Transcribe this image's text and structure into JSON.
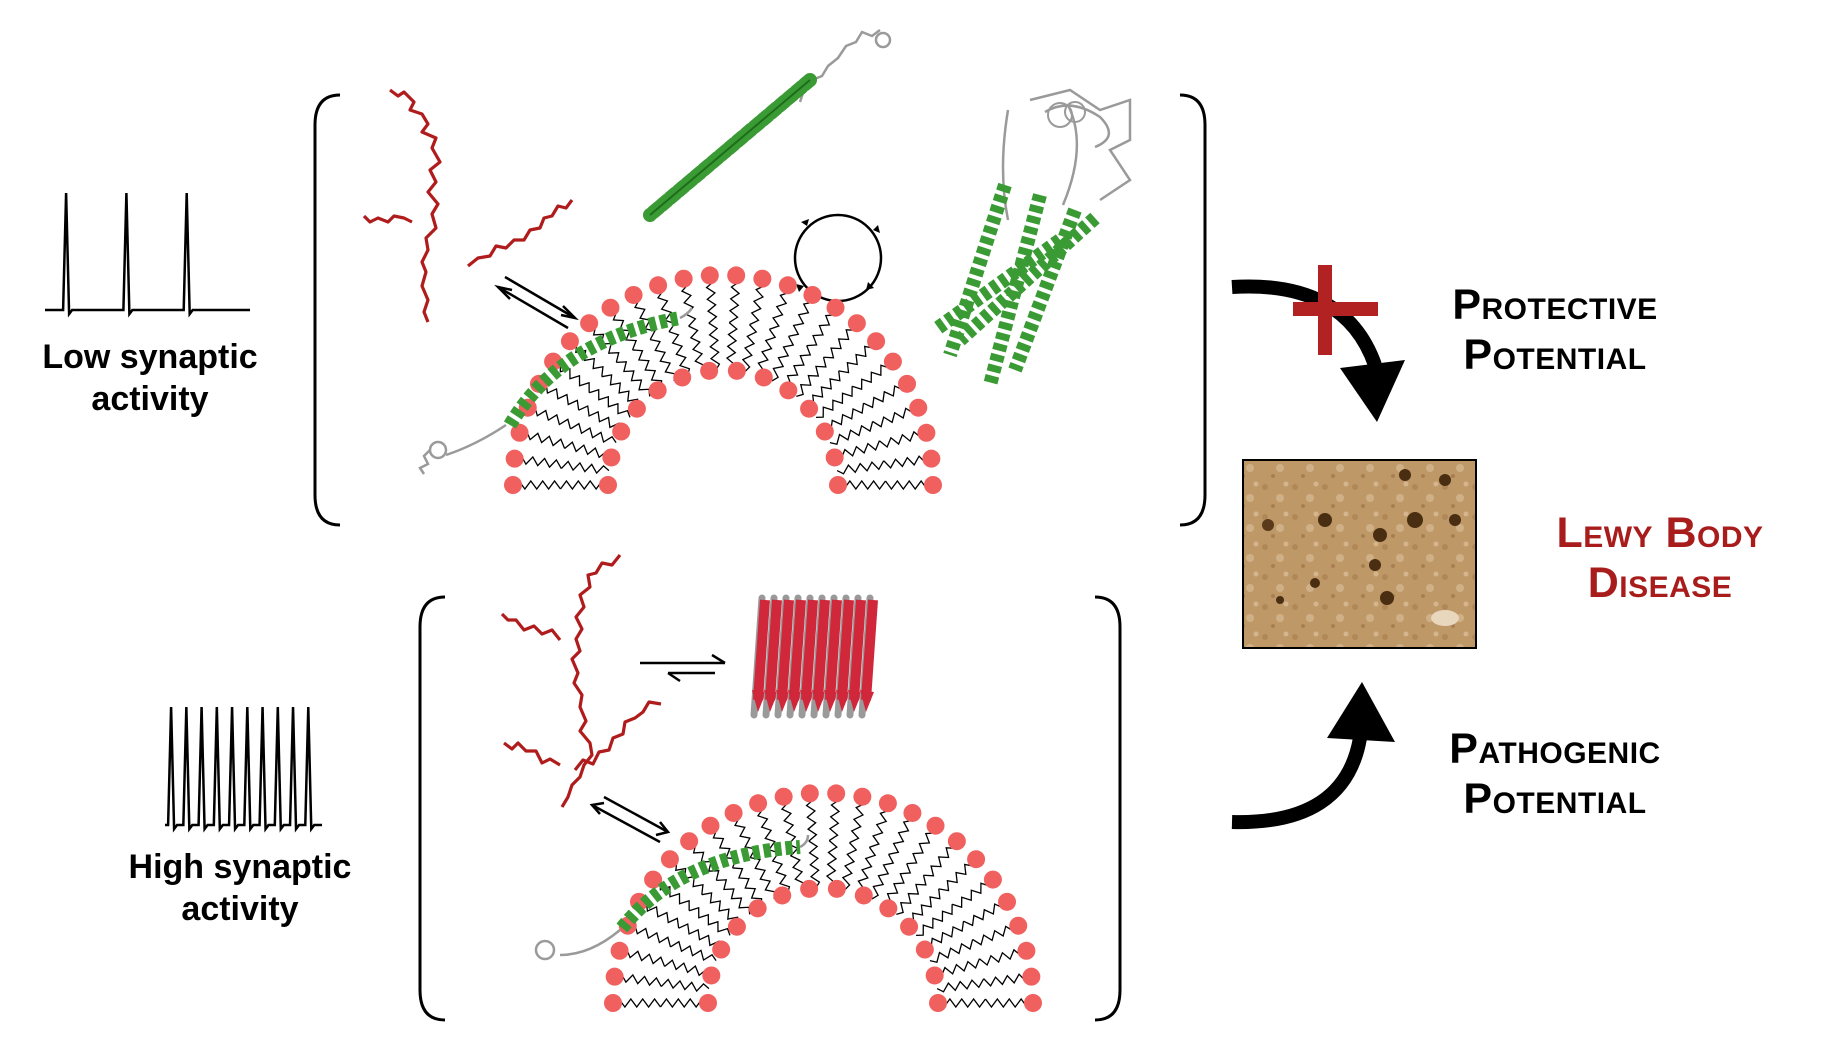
{
  "labels": {
    "low_activity": {
      "line1": "Low synaptic",
      "line2": "activity"
    },
    "high_activity": {
      "line1": "High synaptic",
      "line2": "activity"
    },
    "protective": {
      "line1": "Protective",
      "line2": "Potential"
    },
    "pathogenic": {
      "line1": "Pathogenic",
      "line2": "Potential"
    },
    "disease": {
      "line1": "Lewy Body",
      "line2": "Disease"
    }
  },
  "colors": {
    "text": "#000000",
    "disease_text": "#a81c1c",
    "helix": "#3a9a34",
    "disordered": "#b01c1c",
    "lipid_head": "#f0605e",
    "block_cross": "#b22222",
    "tissue": "#b48a5a"
  },
  "spike_counts": {
    "low": 3,
    "high": 10
  },
  "icons": {
    "cycle": "circular-arrows-icon",
    "equilibrium": "equilibrium-arrows-icon",
    "block": "red-cross-icon",
    "curved_arrow": "curved-arrow-icon"
  }
}
